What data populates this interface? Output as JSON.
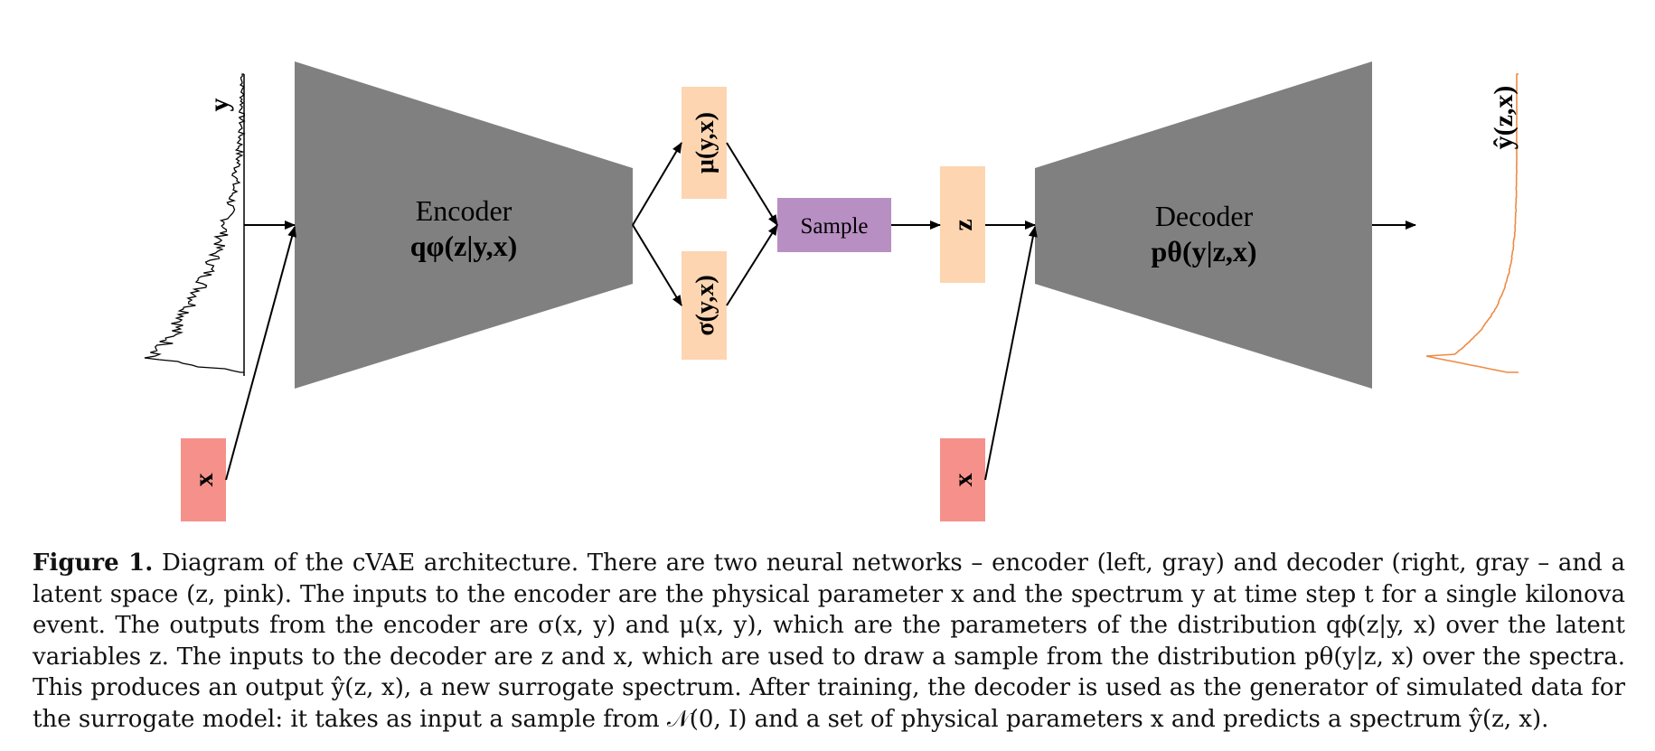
{
  "diagram": {
    "input_spectrum_label": "y",
    "encoder": {
      "title": "Encoder",
      "formula": "qφ(z|y,x)"
    },
    "mu_box": "μ(y,x)",
    "sigma_box": "σ(y,x)",
    "sample_box": "Sample",
    "z_box": "z",
    "x_box_left": "x",
    "x_box_right": "x",
    "decoder": {
      "title": "Decoder",
      "formula": "pθ(y|z,x)"
    },
    "output_spectrum_label": "ŷ(z,x)",
    "colors": {
      "network_gray": "#808080",
      "latent_pink": "#fdd5b1",
      "param_red": "#f5918a",
      "sample_purple": "#b88fc2",
      "output_orange": "#ee8a44"
    }
  },
  "caption": {
    "label": "Figure 1.",
    "text": "Diagram of the cVAE architecture. There are two neural networks – encoder (left, gray) and decoder (right, gray – and a latent space (z, pink). The inputs to the encoder are the physical parameter x and the spectrum y at time step t for a single kilonova event. The outputs from the encoder are σ(x, y) and μ(x, y), which are the parameters of the distribution qϕ(z|y, x) over the latent variables z. The inputs to the decoder are z and x, which are used to draw a sample from the distribution pθ(y|z, x) over the spectra. This produces an output ŷ(z, x), a new surrogate spectrum. After training, the decoder is used as the generator of simulated data for the surrogate model: it takes as input a sample from 𝒩(0, I) and a set of physical parameters x and predicts a spectrum ŷ(z, x)."
  }
}
